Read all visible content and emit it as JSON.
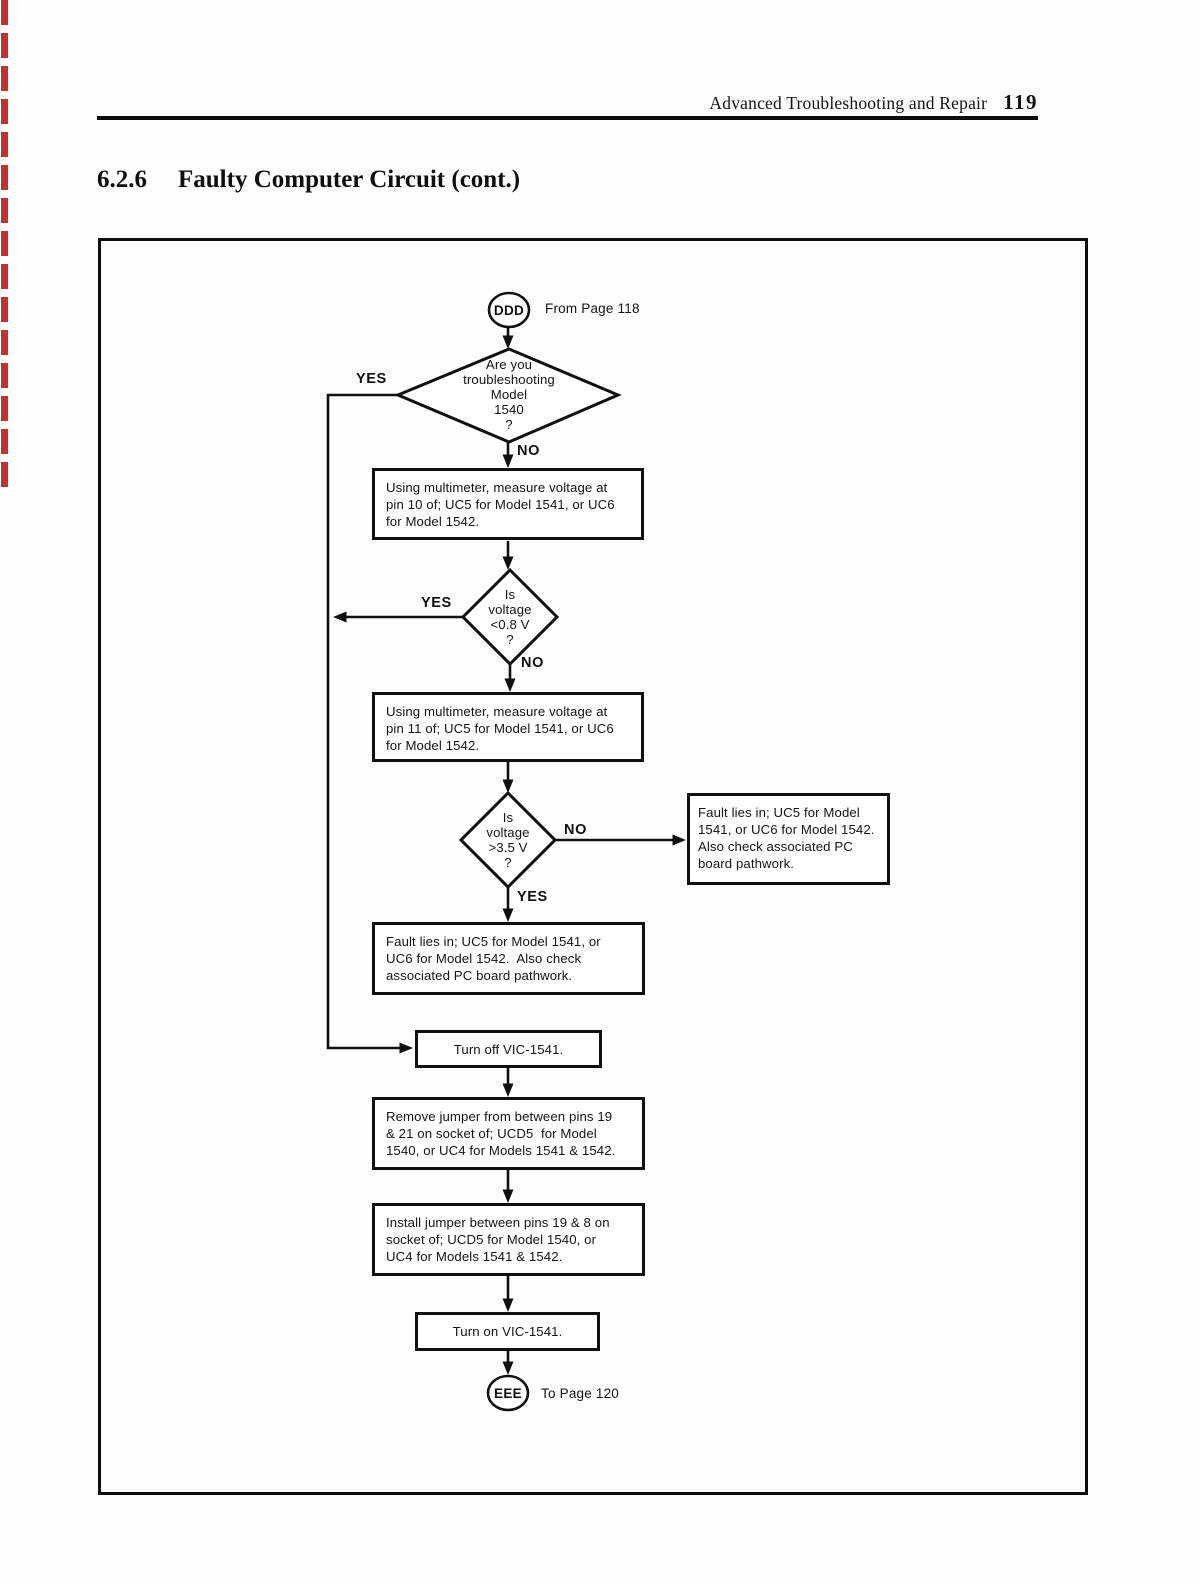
{
  "colors": {
    "ink": "#101010",
    "red_edge": "#c5302c"
  },
  "header": {
    "running_title": "Advanced Troubleshooting and Repair",
    "page_number": "119"
  },
  "section": {
    "number": "6.2.6",
    "title": "Faulty Computer Circuit (cont.)"
  },
  "flowchart": {
    "start_connector": {
      "label": "DDD",
      "note": "From Page 118"
    },
    "end_connector": {
      "label": "EEE",
      "note": "To Page 120"
    },
    "decisions": {
      "d1": {
        "text": "Are you\ntroubleshooting\nModel\n1540\n?",
        "yes": "YES",
        "no": "NO"
      },
      "d2": {
        "text": "Is\nvoltage\n<0.8 V\n?",
        "yes": "YES",
        "no": "NO"
      },
      "d3": {
        "text": "Is\nvoltage\n>3.5 V\n?",
        "yes": "YES",
        "no": "NO"
      }
    },
    "processes": {
      "measure_pin10": {
        "text": "Using multimeter, measure voltage at\npin 10 of; UC5 for Model 1541, or UC6\nfor Model 1542."
      },
      "measure_pin11": {
        "text": "Using multimeter, measure voltage at\npin 11 of; UC5 for Model 1541, or UC6\nfor Model 1542."
      },
      "fault_right": {
        "text": "Fault lies in; UC5 for Model\n1541, or UC6 for Model 1542.\nAlso check associated PC\nboard pathwork."
      },
      "fault_bottom": {
        "text": "Fault lies in; UC5 for Model 1541, or\nUC6 for Model 1542.  Also check\nassociated PC board pathwork."
      },
      "turn_off": {
        "text": "Turn off VIC-1541."
      },
      "remove_jumper": {
        "text": "Remove jumper from between pins 19\n& 21 on socket of; UCD5  for Model\n1540, or UC4 for Models 1541 & 1542."
      },
      "install_jumper": {
        "text": "Install jumper between pins 19 & 8 on\nsocket of; UCD5 for Model 1540, or\nUC4 for Models 1541 & 1542."
      },
      "turn_on": {
        "text": "Turn on VIC-1541."
      }
    }
  }
}
